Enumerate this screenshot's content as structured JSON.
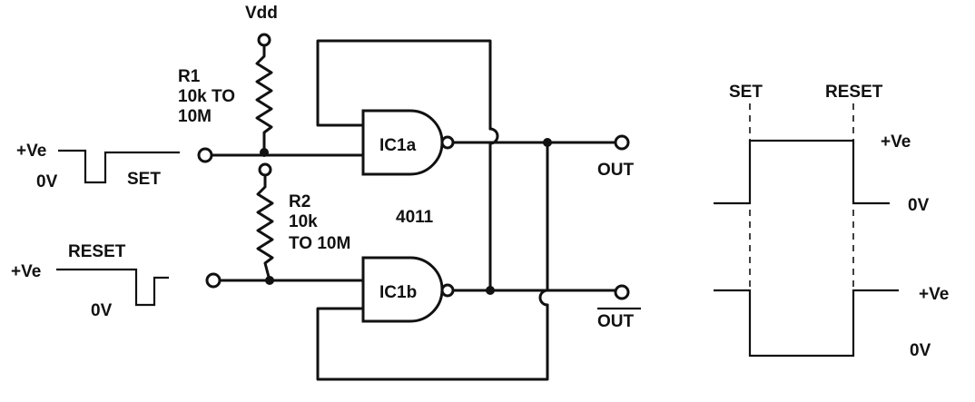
{
  "supply": {
    "label": "Vdd"
  },
  "r1": {
    "name": "R1",
    "line1": "10k TO",
    "line2": "10M"
  },
  "r2": {
    "name": "R2",
    "line1": "10k",
    "line2": "TO 10M"
  },
  "gates": {
    "top": "IC1a",
    "bottom": "IC1b",
    "chip": "4011"
  },
  "inputs": {
    "set": {
      "high": "+Ve",
      "low": "0V",
      "name": "SET"
    },
    "reset": {
      "high": "+Ve",
      "low": "0V",
      "name": "RESET"
    }
  },
  "outputs": {
    "out": "OUT",
    "out_bar": "OUT"
  },
  "timing": {
    "set": "SET",
    "reset": "RESET",
    "top_high": "+Ve",
    "top_low": "0V",
    "bottom_high": "+Ve",
    "bottom_low": "0V"
  }
}
